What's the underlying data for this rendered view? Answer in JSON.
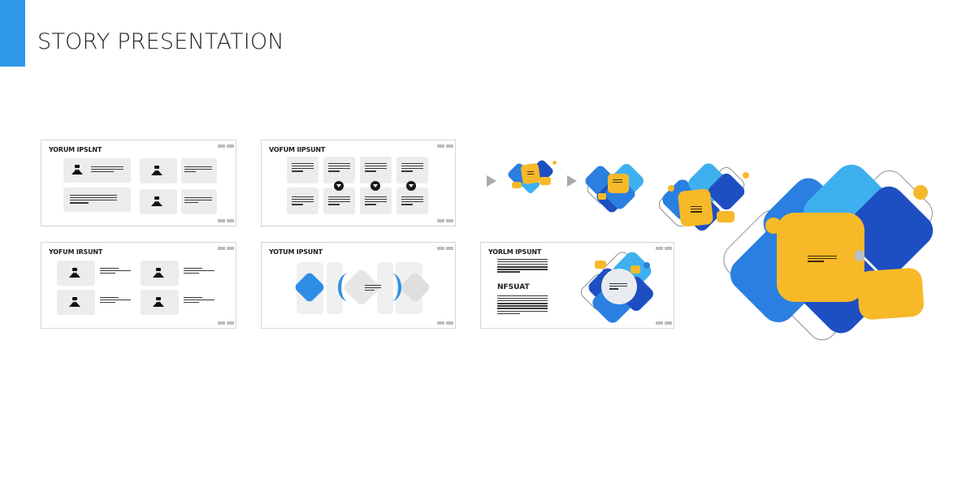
{
  "header": {
    "title": "STORY PRESENTATION",
    "accent_color": "#2e9ae8"
  },
  "slides": [
    {
      "id": "slide-1",
      "title": "YORUM IPSLNT",
      "layout": "icon-cards-2x2-mixed"
    },
    {
      "id": "slide-2",
      "title": "VOFUM IIPSUNT",
      "layout": "text-cards-2x4-with-icons"
    },
    {
      "id": "slide-3",
      "title": "YOFUM IRSUNT",
      "layout": "icon-cards-2x2"
    },
    {
      "id": "slide-4",
      "title": "YOTUM IPSUNT",
      "layout": "chevron-process"
    },
    {
      "id": "slide-5",
      "title": "YORLM IPSUNT",
      "subtitle": "NFSUAT",
      "layout": "text-with-graphic"
    }
  ],
  "sequence": {
    "arrow_color": "#a9a9a9",
    "steps": [
      "cluster-small",
      "cluster-medium",
      "cluster-large",
      "cluster-xlarge"
    ]
  },
  "palette": {
    "yellow": "#f7b928",
    "light_blue": "#3eb0ef",
    "mid_blue": "#2a7fe0",
    "dark_blue": "#1d4fc2",
    "outline": "#8a8f96",
    "card_gray": "#ececec"
  },
  "icons": {
    "person": "person-icon",
    "chevron_down_circle": "chevron-down-circle-icon",
    "play_triangle": "arrow-right-triangle-icon"
  }
}
